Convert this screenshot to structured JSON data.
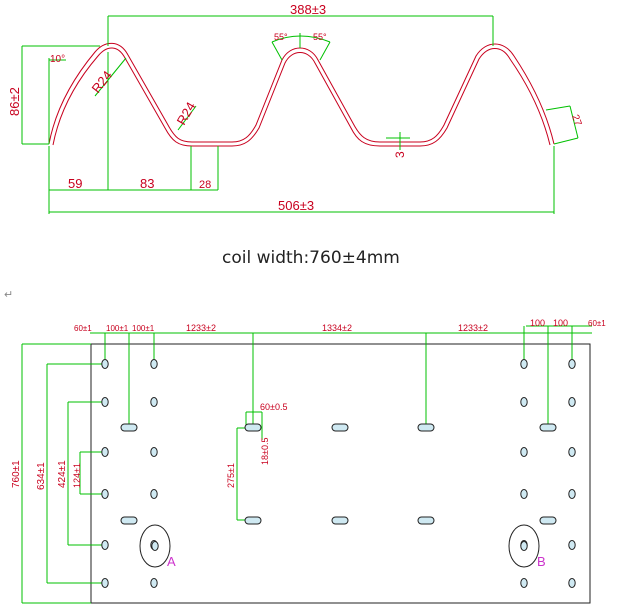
{
  "profile": {
    "dim_pitch": "388±3",
    "dim_height": "86±2",
    "dim_angle_left": "10°",
    "dim_radius_top": "R24",
    "dim_radius_bottom": "R24",
    "dim_angle_a": "55°",
    "dim_angle_b": "55°",
    "dim_edge": "27",
    "dim_thickness": "3",
    "dim_seg1": "59",
    "dim_seg2": "83",
    "dim_seg3": "28",
    "dim_total": "506±3"
  },
  "caption": "coil width:760±4mm",
  "return_mark": "↵",
  "plate": {
    "top_dims": [
      "60±1",
      "100±1",
      "100±1",
      "1233±2",
      "1334±2",
      "1233±2",
      "100",
      "100",
      "60±1"
    ],
    "left_dims": [
      "760±1",
      "634±1",
      "424±1",
      "124±1"
    ],
    "inner_dims": [
      "60±0.5",
      "18±0.5",
      "275±1"
    ],
    "label_a": "A",
    "label_b": "B"
  }
}
